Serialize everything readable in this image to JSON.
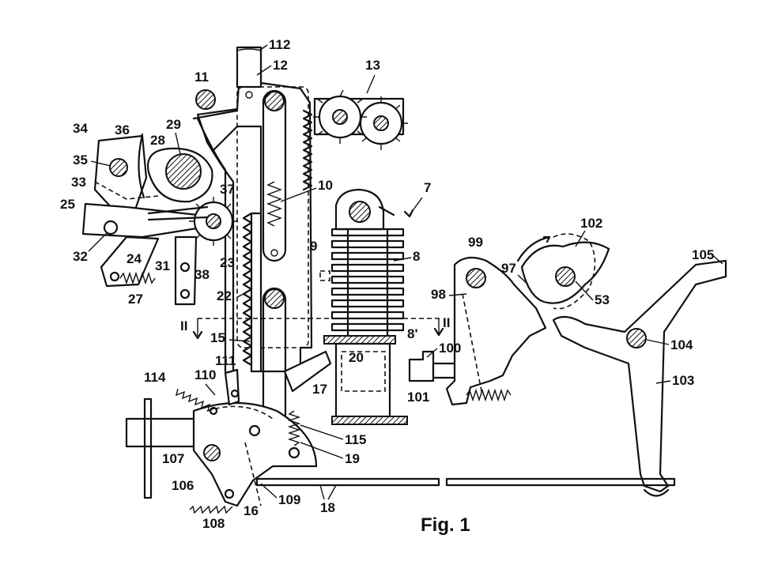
{
  "figure_caption": "Fig. 1",
  "section_marker": "II",
  "labels": {
    "l112": "112",
    "l12": "12",
    "l11": "11",
    "l13": "13",
    "l34": "34",
    "l36": "36",
    "l29": "29",
    "l28": "28",
    "l35": "35",
    "l33": "33",
    "l37": "37",
    "l10": "10",
    "l7": "7",
    "l25": "25",
    "l32": "32",
    "l24": "24",
    "l31": "31",
    "l38": "38",
    "l23": "23",
    "l9": "9",
    "l8": "8",
    "l27": "27",
    "l22": "22",
    "l15": "15",
    "l8p": "8'",
    "l20": "20",
    "l100": "100",
    "l101": "101",
    "l114": "114",
    "l110": "110",
    "l111": "111",
    "l17": "17",
    "l115": "115",
    "l19": "19",
    "l107": "107",
    "l106": "106",
    "l108": "108",
    "l16": "16",
    "l109": "109",
    "l18": "18",
    "l99": "99",
    "l102": "102",
    "l97": "97",
    "l53": "53",
    "l98": "98",
    "l105": "105",
    "l104": "104",
    "l103": "103"
  }
}
